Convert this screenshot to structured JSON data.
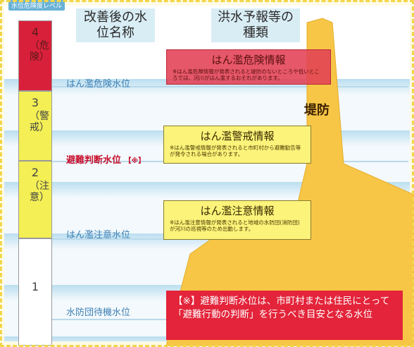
{
  "scale": {
    "caption": "水位危険度レベル",
    "levels": [
      {
        "num": "4",
        "sub": "（危険）"
      },
      {
        "num": "3",
        "sub": "（警戒）"
      },
      {
        "num": "2",
        "sub": "（注意）"
      },
      {
        "num": "1",
        "sub": ""
      }
    ]
  },
  "headers": {
    "water_level_name": "改善後の水位名称",
    "forecast_type": "洪水予報等の種類"
  },
  "level_names": {
    "danger": "はん濫危険水位",
    "evacuation": "避難判断水位",
    "evacuation_note": "【※】",
    "caution": "はん濫注意水位",
    "standby": "水防団待機水位"
  },
  "levee": {
    "label": "堤防"
  },
  "info_boxes": {
    "danger": {
      "title": "はん濫危険情報",
      "desc": "※はん濫危険情報が発表されると堤防のないところや低いところでは、河川がはん濫するおそれがあります。"
    },
    "warning": {
      "title": "はん濫警戒情報",
      "desc": "※はん濫警戒情報が発表されると市町村から避難勧告等が発令される場合があります。"
    },
    "caution": {
      "title": "はん濫注意情報",
      "desc": "※はん濫注意情報が発表されると地域の水防団(消防団)が河川の巡視等のため出動します。"
    }
  },
  "note": {
    "text": "【※】避難判断水位は、市町村または住民にとって「避難行動の判断」を行うべき目安となる水位"
  },
  "colors": {
    "danger_red": "#d9203a",
    "caution_yellow": "#f3ef55",
    "water_blue": "#b9d9ea",
    "levee_fill": "#f7c646"
  }
}
